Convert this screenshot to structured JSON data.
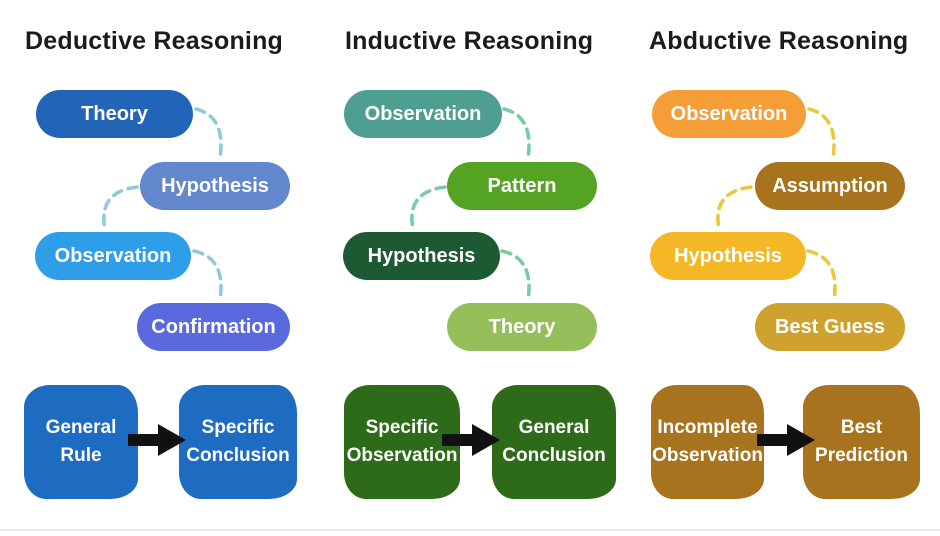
{
  "figure": {
    "bottom_rule_color": "#e9e9e7"
  },
  "columns": [
    {
      "title": "Deductive Reasoning",
      "connector_color": "#8fcadb",
      "pills": [
        {
          "label": "Theory",
          "color": "#2264b8"
        },
        {
          "label": "Hypothesis",
          "color": "#6287cd"
        },
        {
          "label": "Observation",
          "color": "#2f9ee9"
        },
        {
          "label": "Confirmation",
          "color": "#5a69de"
        }
      ],
      "flow": {
        "from_label": "General\nRule",
        "to_label": "Specific\nConclusion",
        "box_color": "#1e6cc2",
        "arrow_color": "#111111"
      }
    },
    {
      "title": "Inductive Reasoning",
      "connector_color": "#77cd9d",
      "pills": [
        {
          "label": "Observation",
          "color": "#4f9e92"
        },
        {
          "label": "Pattern",
          "color": "#54a322"
        },
        {
          "label": "Hypothesis",
          "color": "#1d5a34"
        },
        {
          "label": "Theory",
          "color": "#96be5b"
        }
      ],
      "flow": {
        "from_label": "Specific\nObservation",
        "to_label": "General\nConclusion",
        "box_color": "#2d6b19",
        "arrow_color": "#111111"
      }
    },
    {
      "title": "Abductive Reasoning",
      "connector_color": "#e9c83e",
      "pills": [
        {
          "label": "Observation",
          "color": "#f59e38"
        },
        {
          "label": "Assumption",
          "color": "#a8731d"
        },
        {
          "label": "Hypothesis",
          "color": "#f4b827"
        },
        {
          "label": "Best Guess",
          "color": "#cfa22f"
        }
      ],
      "flow": {
        "from_label": "Incomplete\nObservation",
        "to_label": "Best\nPrediction",
        "box_color": "#a8731f",
        "arrow_color": "#111111"
      }
    }
  ]
}
